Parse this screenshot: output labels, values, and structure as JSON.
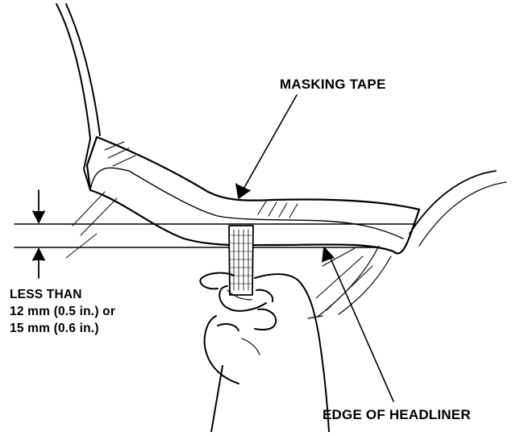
{
  "labels": {
    "masking_tape": "MASKING TAPE",
    "edge_of_headliner": "EDGE OF HEADLINER",
    "dimension": {
      "line1": "LESS THAN",
      "line2": "12 mm (0.5 in.) or",
      "line3": "15 mm (0.6 in.)"
    }
  },
  "colors": {
    "ink": "#000000",
    "background": "#ffffff"
  }
}
